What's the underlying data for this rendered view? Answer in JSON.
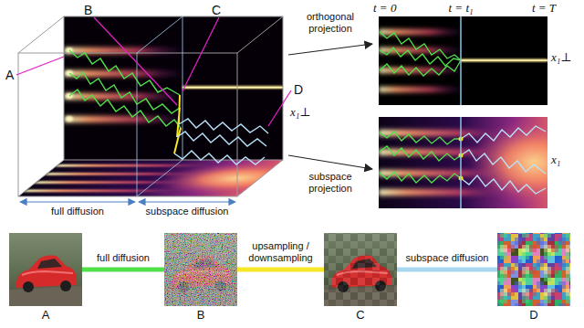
{
  "diagram": {
    "nodes": [
      {
        "text": [
          "A"
        ]
      },
      {
        "text": [
          "B"
        ]
      },
      {
        "text": [
          "C"
        ]
      },
      {
        "text": [
          "D"
        ]
      }
    ],
    "edges": [
      {
        "from": 0,
        "to": 1,
        "label": "full diffusion",
        "arrow": "none"
      },
      {
        "from": 1,
        "to": 2,
        "label": "upsampling / downsampling",
        "arrow": "none"
      },
      {
        "from": 2,
        "to": 3,
        "label": "subspace diffusion",
        "arrow": "none"
      }
    ],
    "labels": [
      "A",
      "B",
      "C",
      "D",
      "x₁⊥",
      "full diffusion",
      "subspace diffusion",
      "orthogonal projection",
      "subspace projection",
      "t = 0",
      "t = t₁",
      "t = T",
      "x₁⊥",
      "x₁"
    ]
  }
}
